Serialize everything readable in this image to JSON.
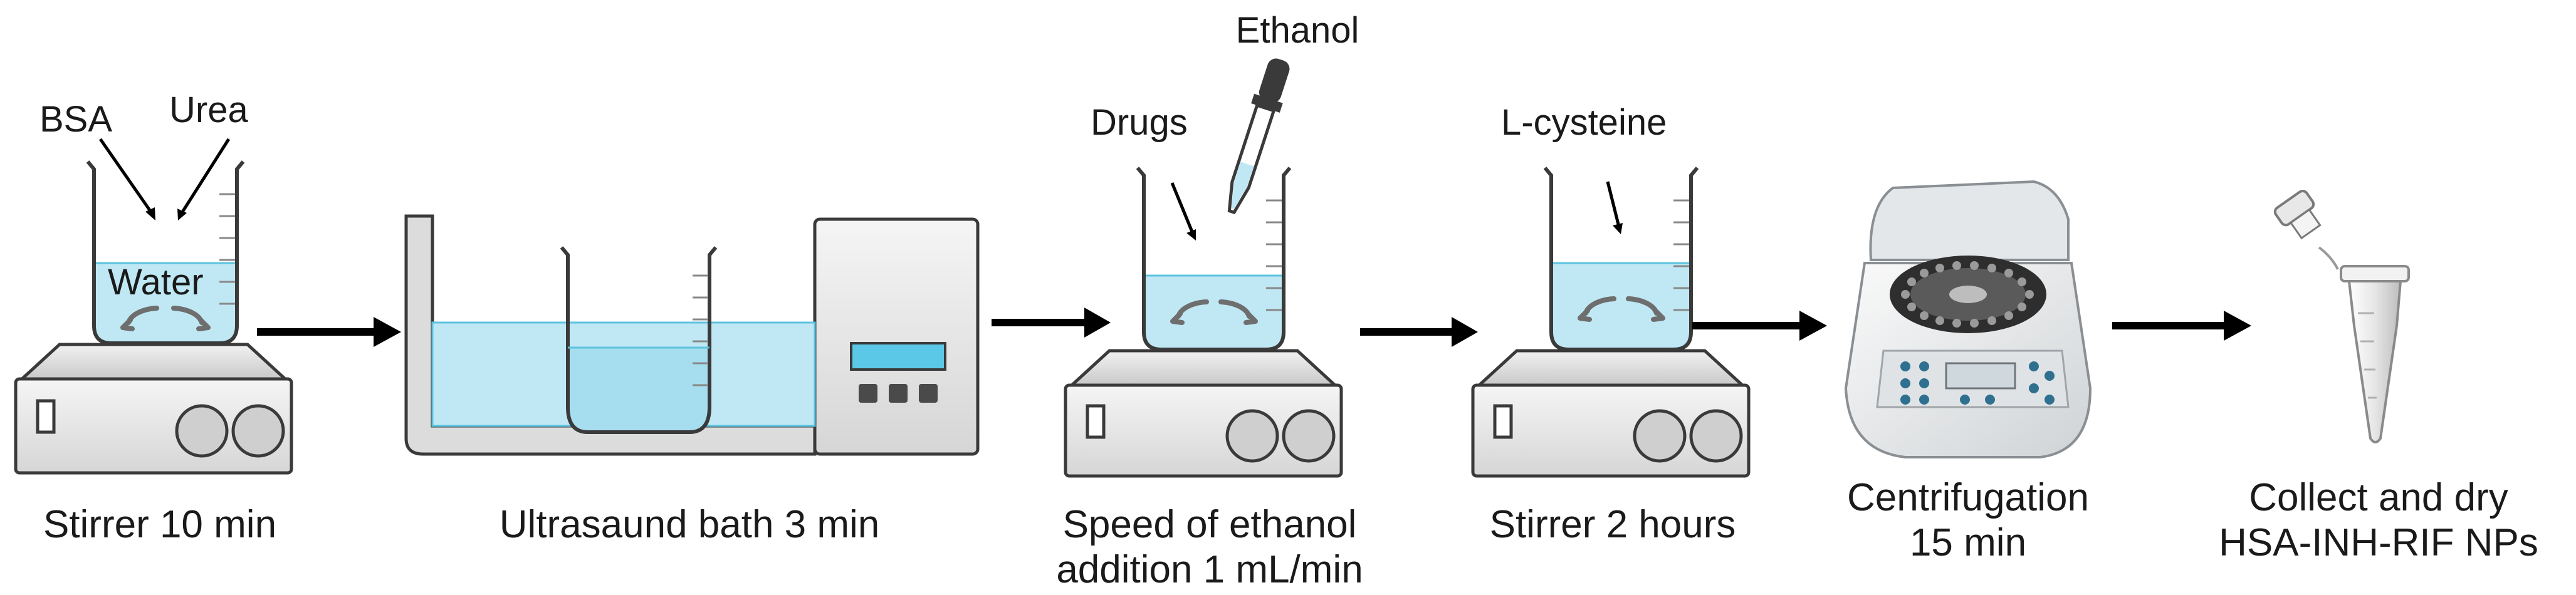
{
  "steps": [
    {
      "id": "step1",
      "caption_lines": [
        "Stirrer 10 min"
      ],
      "labels": [
        "BSA",
        "Urea",
        "Water"
      ]
    },
    {
      "id": "step2",
      "caption_lines": [
        "Ultrasaund bath 3 min"
      ],
      "labels": []
    },
    {
      "id": "step3",
      "caption_lines": [
        "Speed of ethanol",
        "addition 1 mL/min"
      ],
      "labels": [
        "Drugs",
        "Ethanol"
      ]
    },
    {
      "id": "step4",
      "caption_lines": [
        "Stirrer 2 hours"
      ],
      "labels": [
        "L-cysteine"
      ]
    },
    {
      "id": "step5",
      "caption_lines": [
        "Centrifugation",
        "15 min"
      ],
      "labels": []
    },
    {
      "id": "step6",
      "caption_lines": [
        "Collect and dry",
        "HSA-INH-RIF NPs"
      ],
      "labels": []
    }
  ],
  "arrow_count": 5,
  "colors": {
    "liquid": "#bfe8f4",
    "liquid_edge": "#5cc3df",
    "device_body": "#e9e9e9",
    "device_dark": "#7d7d7d",
    "outline": "#3a3a3a",
    "arrow": "#000000",
    "display": "#5bc8e8"
  }
}
